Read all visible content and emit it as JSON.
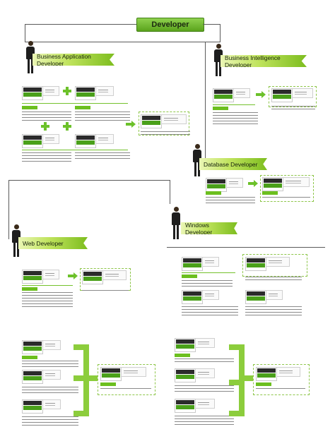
{
  "root": {
    "title": "Developer"
  },
  "roles": {
    "business_application": {
      "label": "Business Application Developer"
    },
    "business_intelligence": {
      "label": "Business Intelligence Developer"
    },
    "database": {
      "label": "Database Developer"
    },
    "windows": {
      "label": "Windows Developer"
    },
    "web": {
      "label": "Web Developer"
    }
  },
  "colors": {
    "accent_green": "#6cc12a",
    "banner_light": "#eaf6b4",
    "banner_dark": "#7dbd1f",
    "line_gray": "#5a5a5a"
  }
}
